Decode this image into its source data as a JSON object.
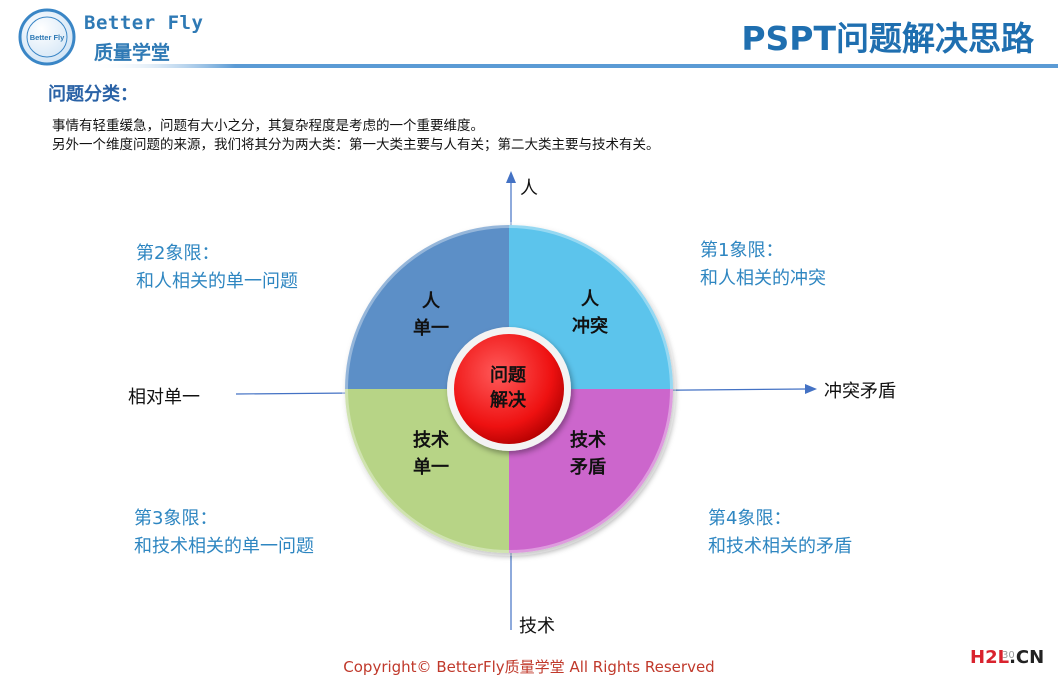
{
  "header": {
    "brand_en": "Better Fly",
    "brand_cn": "质量学堂",
    "title": "PSPT问题解决思路",
    "logo_text": "Better Fly",
    "colors": {
      "title": "#1f6fb0",
      "rule": "#5b9bd5"
    }
  },
  "section": {
    "heading": "问题分类："
  },
  "intro": {
    "line1": "事情有轻重缓急，问题有大小之分，其复杂程度是考虑的一个重要维度。",
    "line2": "另外一个维度问题的来源，我们将其分为两大类：第一大类主要与人有关；第二大类主要与技术有关。"
  },
  "axes": {
    "top": "人",
    "bottom": "技术",
    "left": "相对单一",
    "right": "冲突矛盾"
  },
  "quadrant_notes": {
    "q1": {
      "line1": "第1象限：",
      "line2": "和人相关的冲突"
    },
    "q2": {
      "line1": "第2象限：",
      "line2": "和人相关的单一问题"
    },
    "q3": {
      "line1": "第3象限：",
      "line2": "和技术相关的单一问题"
    },
    "q4": {
      "line1": "第4象限：",
      "line2": "和技术相关的矛盾"
    }
  },
  "circle": {
    "segments": {
      "q1": {
        "line1": "人",
        "line2": "冲突",
        "color": "#5bc4ec"
      },
      "q2": {
        "line1": "人",
        "line2": "单一",
        "color": "#5b8fc7"
      },
      "q3": {
        "line1": "技术",
        "line2": "单一",
        "color": "#b7d486"
      },
      "q4": {
        "line1": "技术",
        "line2": "矛盾",
        "color": "#cc66cc"
      }
    },
    "center": {
      "line1": "问题",
      "line2": "解决",
      "color": "#ee1111"
    }
  },
  "footer": {
    "copyright": "Copyright© BetterFly质量学堂   All Rights Reserved",
    "page_number": "30",
    "watermark_a": "H2L",
    "watermark_b": ".CN"
  }
}
